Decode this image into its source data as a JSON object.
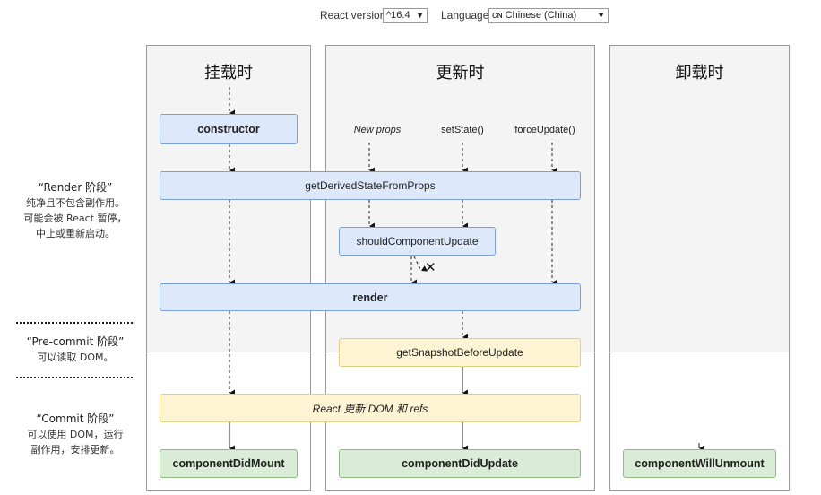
{
  "topbar": {
    "react_version_label": "React version",
    "react_version_value": "^16.4",
    "language_label": "Language",
    "language_value": "ᴄɴ Chinese (China)"
  },
  "columns": {
    "mounting": "挂载时",
    "updating": "更新时",
    "unmounting": "卸载时"
  },
  "stages": {
    "render_name": "“Render 阶段”",
    "render_desc": [
      "纯净且不包含副作用。",
      "可能会被 React 暂停，",
      "中止或重新启动。"
    ],
    "precommit_name": "“Pre-commit 阶段”",
    "precommit_desc": [
      "可以读取 DOM。"
    ],
    "commit_name": "“Commit 阶段”",
    "commit_desc": [
      "可以使用 DOM，运行",
      "副作用，安排更新。"
    ]
  },
  "triggers": {
    "new_props": "New props",
    "set_state": "setState()",
    "force_update": "forceUpdate()"
  },
  "methods": {
    "constructor": "constructor",
    "get_derived_state": "getDerivedStateFromProps",
    "should_update": "shouldComponentUpdate",
    "cancel_mark": "✕",
    "render": "render",
    "get_snapshot": "getSnapshotBeforeUpdate",
    "react_update_dom": "React 更新 DOM 和 refs",
    "did_mount": "componentDidMount",
    "did_update": "componentDidUpdate",
    "will_unmount": "componentWillUnmount"
  },
  "colors": {
    "render_phase_fill": "#dde8fb",
    "precommit_phase_fill": "#fdf4d4",
    "commit_phase_fill": "#d9ecd5"
  }
}
